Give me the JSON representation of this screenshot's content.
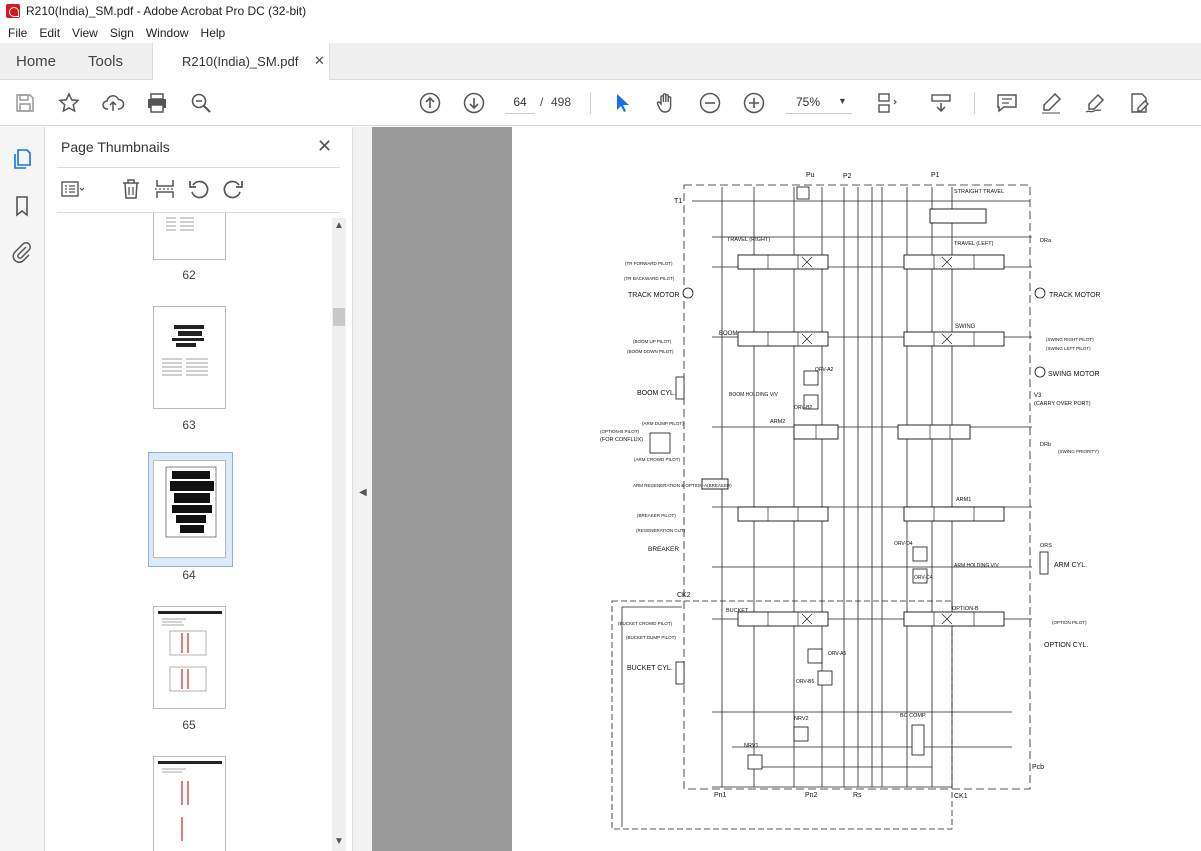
{
  "window": {
    "title": "R210(India)_SM.pdf - Adobe Acrobat Pro DC (32-bit)"
  },
  "menu": [
    "File",
    "Edit",
    "View",
    "Sign",
    "Window",
    "Help"
  ],
  "tabs": {
    "home": "Home",
    "tools": "Tools",
    "document": "R210(India)_SM.pdf"
  },
  "toolbar": {
    "page_current": "64",
    "page_separator": "/",
    "page_total": "498",
    "zoom": "75%"
  },
  "thumbnails": {
    "title": "Page Thumbnails",
    "pages": [
      "62",
      "63",
      "64",
      "65"
    ],
    "selected": "64"
  },
  "diagram": {
    "ports_top": [
      "Pu",
      "P2",
      "P1",
      "T1"
    ],
    "labels": {
      "straight_travel": "STRAIGHT TRAVEL",
      "travel_right": "TRAVEL (RIGHT)",
      "travel_left": "TRAVEL (LEFT)",
      "boom": "BOOM",
      "swing": "SWING",
      "arm2": "ARM2",
      "arm1": "ARM1",
      "bucket": "BUCKET",
      "option_b": "OPTION-B",
      "track_motor_left": "TRACK MOTOR",
      "track_motor_right": "TRACK MOTOR",
      "swing_motor": "SWING MOTOR",
      "boom_cyl": "BOOM CYL.",
      "arm_cyl": "ARM CYL.",
      "bucket_cyl": "BUCKET CYL.",
      "option_cyl": "OPTION CYL.",
      "breaker": "BREAKER",
      "carry_over": "(CARRY OVER PORT)",
      "boom_holding": "BOOM HOLDING V/V",
      "arm_holding": "ARM HOLDING V/V",
      "bc_comp": "BC COMP.",
      "nrv1": "NRV1",
      "nrv2": "NRV2",
      "pn1": "Pn1",
      "pn2": "Pn2",
      "rs": "Rs",
      "ck1": "CK1",
      "ck2": "CK2",
      "pcb": "Pcb",
      "for_conflux": "(FOR CONFLUX)",
      "option_b_pilot": "(OPTION-B PILOT)",
      "tr_fwd": "(TR FORWARD PILOT)",
      "tr_bwd": "(TR BACKWARD PILOT)",
      "boom_up": "(BOOM UP PILOT)",
      "boom_down": "(BOOM DOWN PILOT)",
      "arm_dump": "(ARM DUMP PILOT)",
      "arm_crowd": "(ARM CROWD PILOT)",
      "arm_regen": "ARM REGENERATION & OPTION-A(BREAKER)",
      "breaker_pilot": "(BREAKER PILOT)",
      "regen_cut": "(REGENERATION CUT)",
      "bucket_crowd": "(BUCKET CROWD PILOT)",
      "bucket_dump": "(BUCKET DUMP PILOT)",
      "swing_right": "(SWING RIGHT PILOT)",
      "swing_left": "(SWING LEFT PILOT)",
      "swing_priority": "(SWING PRIORITY)",
      "option_pilot": "(OPTION PILOT)",
      "orv_a2": "ORV-A2",
      "orv_b2": "ORV-B2",
      "orv_d4": "ORV-D4",
      "orv_c4": "ORV-C4",
      "orv_a5": "ORV-A5",
      "orv_b5": "ORV-B5",
      "v3": "V3",
      "drb": "DRb",
      "drn": "DRa",
      "ors": "ORS"
    }
  }
}
